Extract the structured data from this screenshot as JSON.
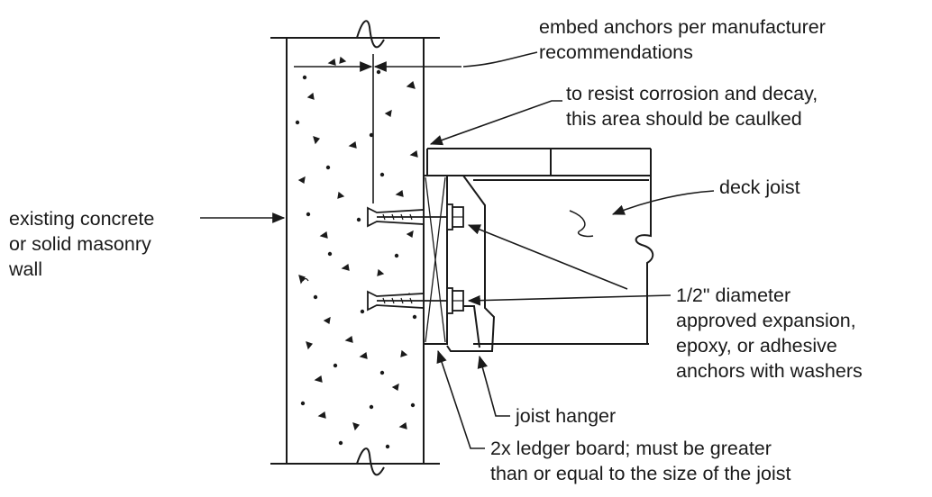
{
  "callouts": {
    "embed_anchors": [
      "embed anchors per manufacturer",
      "recommendations"
    ],
    "caulk_area": [
      "to resist corrosion and decay,",
      "this area should be caulked"
    ],
    "deck_joist": [
      "deck joist"
    ],
    "wall": [
      "existing concrete",
      "or solid masonry",
      "wall"
    ],
    "anchor_spec": [
      "1/2\" diameter",
      "approved expansion,",
      "epoxy, or adhesive",
      "anchors with washers"
    ],
    "joist_hanger": [
      "joist hanger"
    ],
    "ledger_board": [
      "2x ledger board; must be greater",
      "than or equal to the size of the joist"
    ]
  },
  "colors": {
    "ink": "#1a1a1a",
    "background": "#ffffff"
  }
}
